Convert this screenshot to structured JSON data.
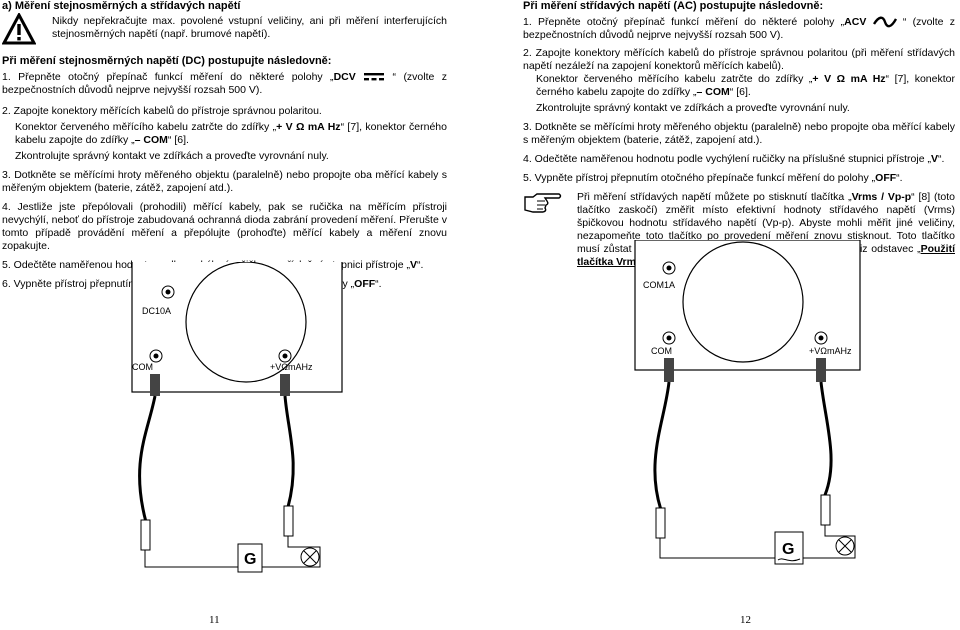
{
  "left": {
    "title": "a) Měření stejnosměrných a střídavých napětí",
    "warning": "Nikdy nepřekračujte max. povolené vstupní veličiny, ani při měření interferujících stejnosměrných napětí (např. brumové napětí).",
    "dc_heading": "Při měření stejnosměrných napětí (DC) postupujte následovně:",
    "s1_a": "1. Přepněte otočný přepínač funkcí měření do některé polohy „",
    "s1_bold": "DCV",
    "s1_b": "“ (zvolte z bezpečnostních důvodů nejprve nejvyšší rozsah 500 V).",
    "s2": "2. Zapojte konektory měřících kabelů do přístroje správnou polaritou.",
    "s2_p1": "Konektor červeného měřícího kabelu zatrčte do zdířky „",
    "s2_b1": "+ V Ω mA Hz",
    "s2_p2": "“ [7], konektor černého kabelu zapojte do zdířky „",
    "s2_b2": "– COM",
    "s2_p3": "“ [6].",
    "s2_check": "Zkontrolujte správný kontakt ve zdířkách a proveďte vyrovnání nuly.",
    "s3": "3. Dotkněte se měřícími hroty měřeného objektu (paralelně) nebo propojte oba měřící kabely s měřeným objektem (baterie, zátěž, zapojení atd.).",
    "s4": "4. Jestliže jste přepólovali (prohodili) měřící kabely, pak se ručička na měřícím přístroji nevychýlí, neboť do přístroje zabudovaná ochranná dioda zabrání provedení měření. Přerušte v tomto případě provádění měření a přepólujte (prohoďte) měřící kabely a měření znovu zopakujte.",
    "s5_a": "5. Odečtěte naměřenou hodnotu podle vychýlení ručičky na příslušné stupnici přístroje „",
    "s5_bold": "V",
    "s5_b": "“.",
    "s6_a": "6. Vypněte přístroj přepnutím otočného přepínače funkcí měření do polohy „",
    "s6_bold": "OFF",
    "s6_b": "“.",
    "fig_label_range": "DC10A",
    "fig_label_com": "COM",
    "fig_label_plus": "+VΩmAHz"
  },
  "right": {
    "ac_heading": "Při měření střídavých napětí (AC) postupujte následovně:",
    "s1_a": "1. Přepněte otočný přepínač funkcí měření do některé polohy „",
    "s1_bold": "ACV",
    "s1_b": "“ (zvolte z bezpečnostních důvodů nejprve nejvyšší rozsah 500 V).",
    "s2": "2. Zapojte konektory měřících kabelů do přístroje správnou polaritou (při měření střídavých napětí nezáleží na zapojení konektorů měřících kabelů).",
    "s2_p1": "Konektor červeného měřícího kabelu zatrčte do zdířky „",
    "s2_b1": "+ V Ω mA Hz",
    "s2_p2": "“ [7], konektor černého kabelu zapojte do zdířky „",
    "s2_b2": "– COM",
    "s2_p3": "“ [6].",
    "s2_check": "Zkontrolujte správný kontakt ve zdířkách a proveďte vyrovnání nuly.",
    "s3": "3. Dotkněte se měřícími hroty měřeného objektu (paralelně) nebo propojte oba měřící kabely s měřeným objektem (baterie, zátěž, zapojení atd.).",
    "s4": "4. Odečtěte naměřenou hodnotu podle vychýlení ručičky na příslušné stupnici přístroje „",
    "s4_bold": "V",
    "s4_end": "“.",
    "s5_a": "5. Vypněte přístroj přepnutím otočného přepínače funkcí měření do polohy „",
    "s5_bold": "OFF",
    "s5_b": "“.",
    "note_p1": "Při měření střídavých napětí můžete po stisknutí tlačítka „",
    "note_b1": "Vrms / Vp-p",
    "note_p2": "“ [8] (toto tlačítko zaskočí) změřit místo efektivní hodnoty střídavého napětí (Vrms) špičkovou hodnotu střídavého napětí (Vp-p). Abyste mohli měřit jiné veličiny, nezapomeňte toto tlačítko po provedení měření znovu stisknout. Toto tlačítko musí zůstat vysunuté v poloze měření efektivní hodnoty – viz odstavec „",
    "note_b2": "Použití tlačítka Vrms / Vp-p",
    "note_p3": "“.",
    "fig_label_range": "COM1A",
    "fig_label_com": "COM",
    "fig_label_plus": "+VΩmAHz"
  },
  "page_numbers": {
    "left": "11",
    "right": "12"
  }
}
